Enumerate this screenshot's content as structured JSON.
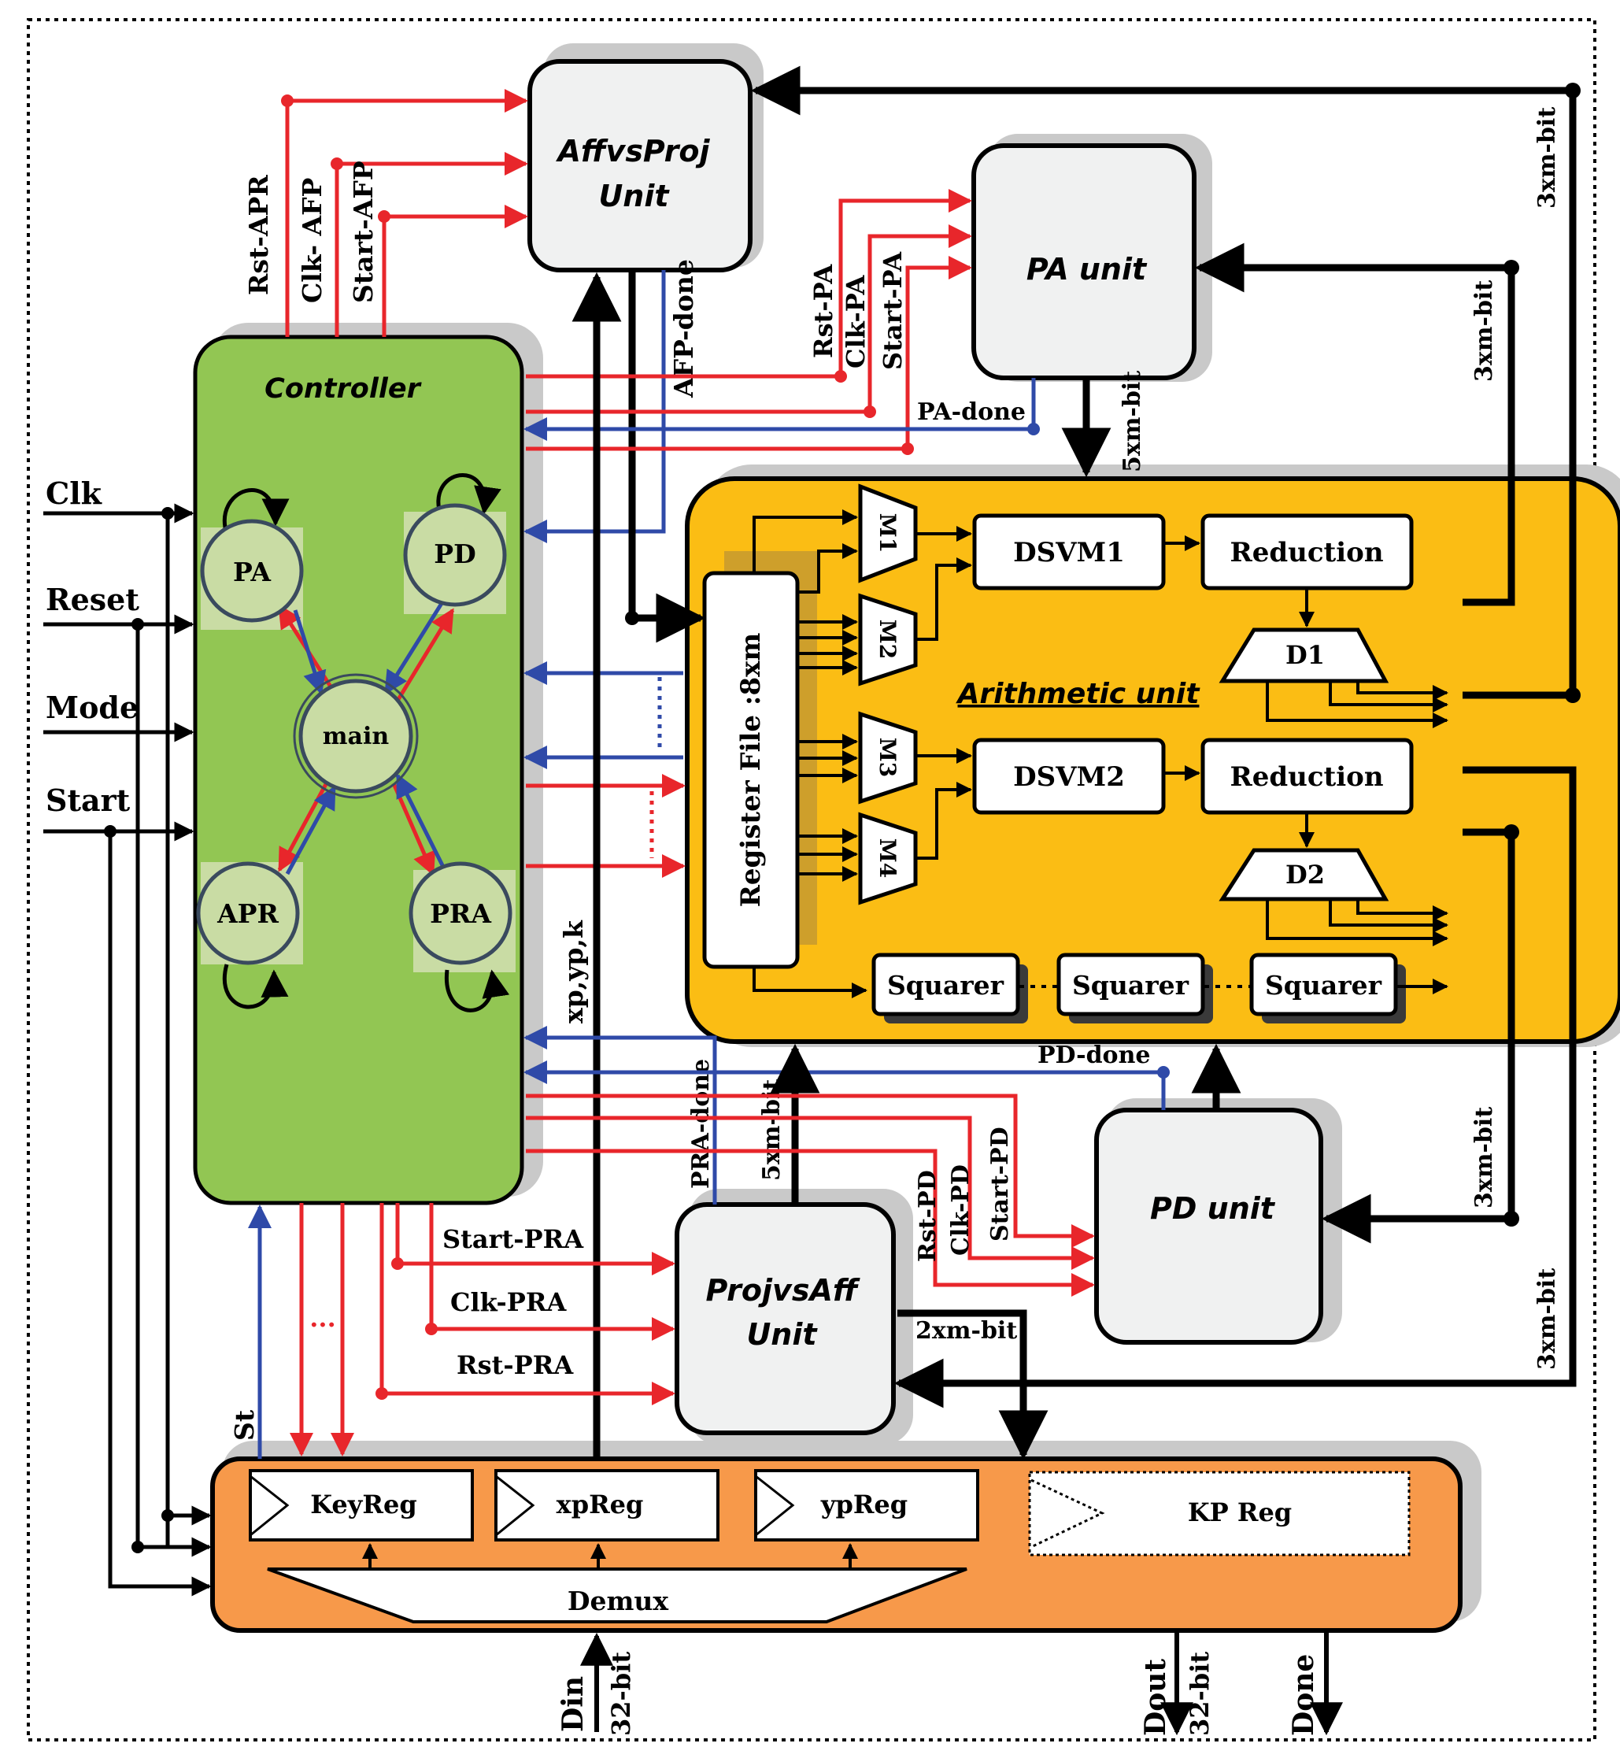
{
  "colors": {
    "red": "#e8262b",
    "blue": "#2f4aa8",
    "black": "#000000",
    "green": "#92c653",
    "yellow": "#fbbd14",
    "orange": "#f7994a",
    "gray": "#f0f1f1",
    "shadow": "#c9c9c9",
    "node": "#c9dca4"
  },
  "inputs": {
    "clk": "Clk",
    "reset": "Reset",
    "mode": "Mode",
    "start": "Start"
  },
  "controller": {
    "title": "Controller",
    "states": {
      "pa": "PA",
      "pd": "PD",
      "main": "main",
      "apr": "APR",
      "pra": "PRA"
    }
  },
  "affvsproj": {
    "line1": "AffvsProj",
    "line2": "Unit"
  },
  "pa_unit": {
    "title": "PA unit"
  },
  "pd_unit": {
    "title": "PD unit"
  },
  "projvsaff": {
    "line1": "ProjvsAff",
    "line2": "Unit"
  },
  "arith": {
    "title": "Arithmetic unit",
    "register_file": "Register File :8xm",
    "m1": "M1",
    "m2": "M2",
    "m3": "M3",
    "m4": "M4",
    "dsvm1": "DSVM1",
    "dsvm2": "DSVM2",
    "reduction": "Reduction",
    "d1": "D1",
    "d2": "D2",
    "squarer": "Squarer"
  },
  "io": {
    "keyreg": "KeyReg",
    "xpreg": "xpReg",
    "ypreg": "ypReg",
    "kpreg": "KP Reg",
    "demux": "Demux"
  },
  "signals": {
    "rst_apr": "Rst-APR",
    "clk_afp": "Clk- AFP",
    "start_afp": "Start-AFP",
    "afp_done": "AFP-done",
    "rst_pa": "Rst-PA",
    "clk_pa": "Clk-PA",
    "start_pa": "Start-PA",
    "pa_done": "PA-done",
    "pd_done": "PD-done",
    "pra_done": "PRA-done",
    "rst_pd": "Rst-PD",
    "clk_pd": "Clk-PD",
    "start_pd": "Start-PD",
    "start_pra": "Start-PRA",
    "clk_pra": "Clk-PRA",
    "rst_pra": "Rst-PRA",
    "st": "St",
    "xpypk": "xp,yp,k",
    "bus_3xm": "3xm-bit",
    "bus_5xm": "5xm-bit",
    "bus_2xm": "2xm-bit",
    "din": "Din",
    "dout": "Dout",
    "bit32": "32-bit",
    "done": "Done",
    "dots": "..."
  }
}
